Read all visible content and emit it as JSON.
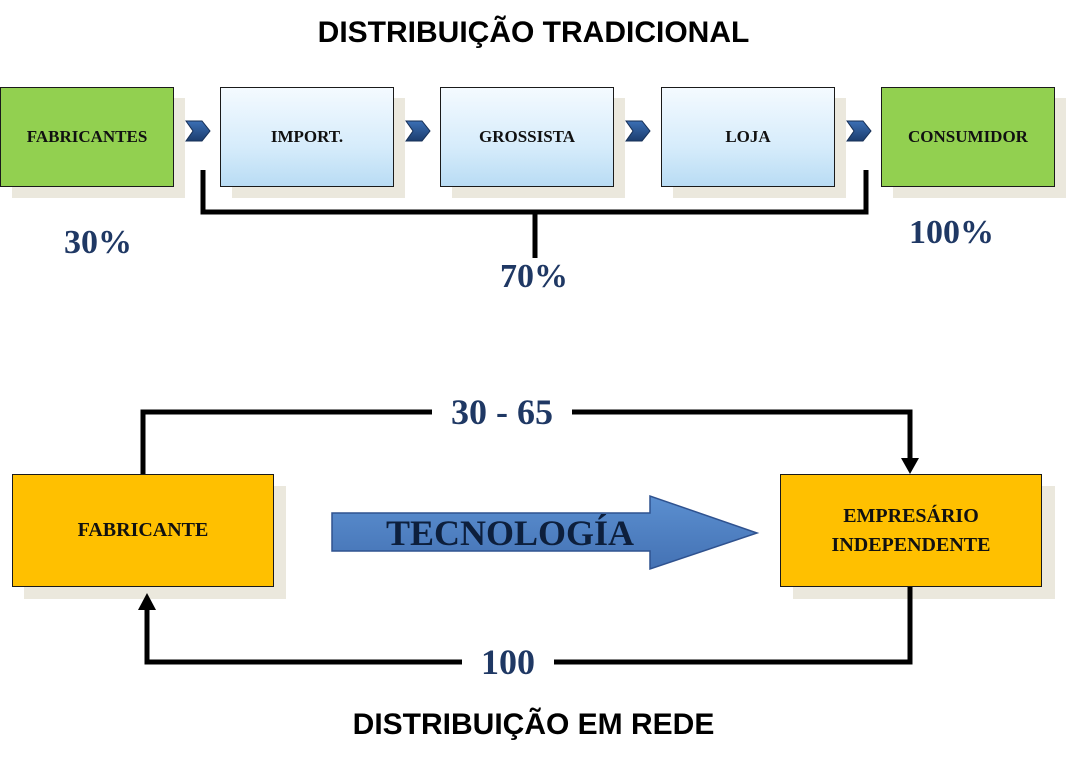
{
  "titles": {
    "top": "DISTRIBUIÇÃO TRADICIONAL",
    "bottom": "DISTRIBUIÇÃO EM REDE"
  },
  "traditional": {
    "boxes": [
      "FABRICANTES",
      "IMPORT.",
      "GROSSISTA",
      "LOJA",
      "CONSUMIDOR"
    ],
    "percent_left": "30%",
    "percent_middle": "70%",
    "percent_right": "100%"
  },
  "network": {
    "manufacturer": "FABRICANTE",
    "entrepreneur_line1": "EMPRESÁRIO",
    "entrepreneur_line2": "INDEPENDENTE",
    "arrow_label": "TECNOLOGÍA",
    "top_value": "30 - 65",
    "bottom_value": "100"
  },
  "colors": {
    "green": "#92d050",
    "blue_light": "#d6ecfb",
    "orange": "#ffc000",
    "arrow_blue": "#4f81bd",
    "number_navy": "#1f3864"
  }
}
